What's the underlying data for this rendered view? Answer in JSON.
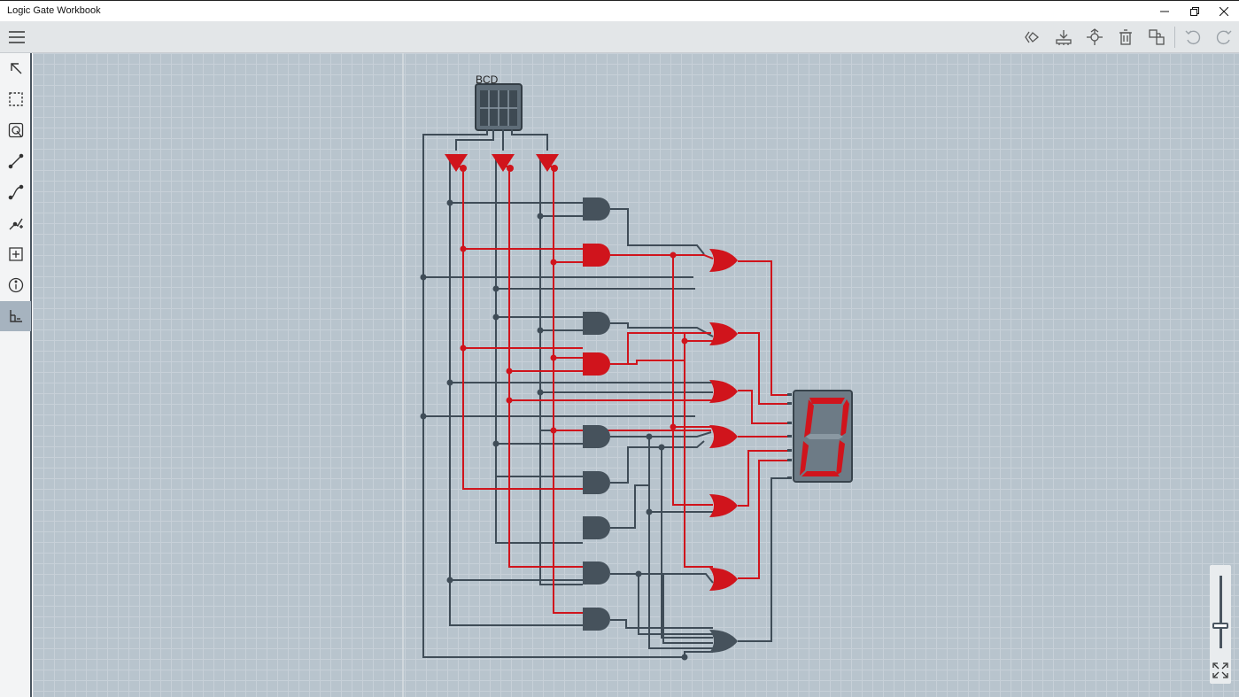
{
  "window": {
    "title": "Logic Gate Workbook",
    "controls": {
      "minimize": "minimize-icon",
      "restore": "restore-icon",
      "close": "close-icon"
    }
  },
  "toolbar": {
    "menu": "hamburger-menu-icon",
    "buttons": [
      "rotate-icon",
      "import-icon",
      "components-icon",
      "delete-icon",
      "duplicate-icon",
      "undo-icon",
      "redo-icon"
    ]
  },
  "sidebar": {
    "tools": [
      "select-arrow-icon",
      "marquee-select-icon",
      "touch-select-icon",
      "wire-icon",
      "curved-wire-icon",
      "wire-point-icon",
      "add-component-icon",
      "info-icon",
      "snap-grid-icon"
    ],
    "active_tool": "snap-grid-icon"
  },
  "circuit": {
    "input_label": "BCD",
    "display_digit": "0"
  },
  "zoom": {
    "fit": "fit-screen-icon"
  },
  "colors": {
    "active_wire": "#d0141c",
    "inactive_wire": "#3f4c57",
    "gate_inactive": "#46525c",
    "canvas": "#b8c4cd"
  }
}
